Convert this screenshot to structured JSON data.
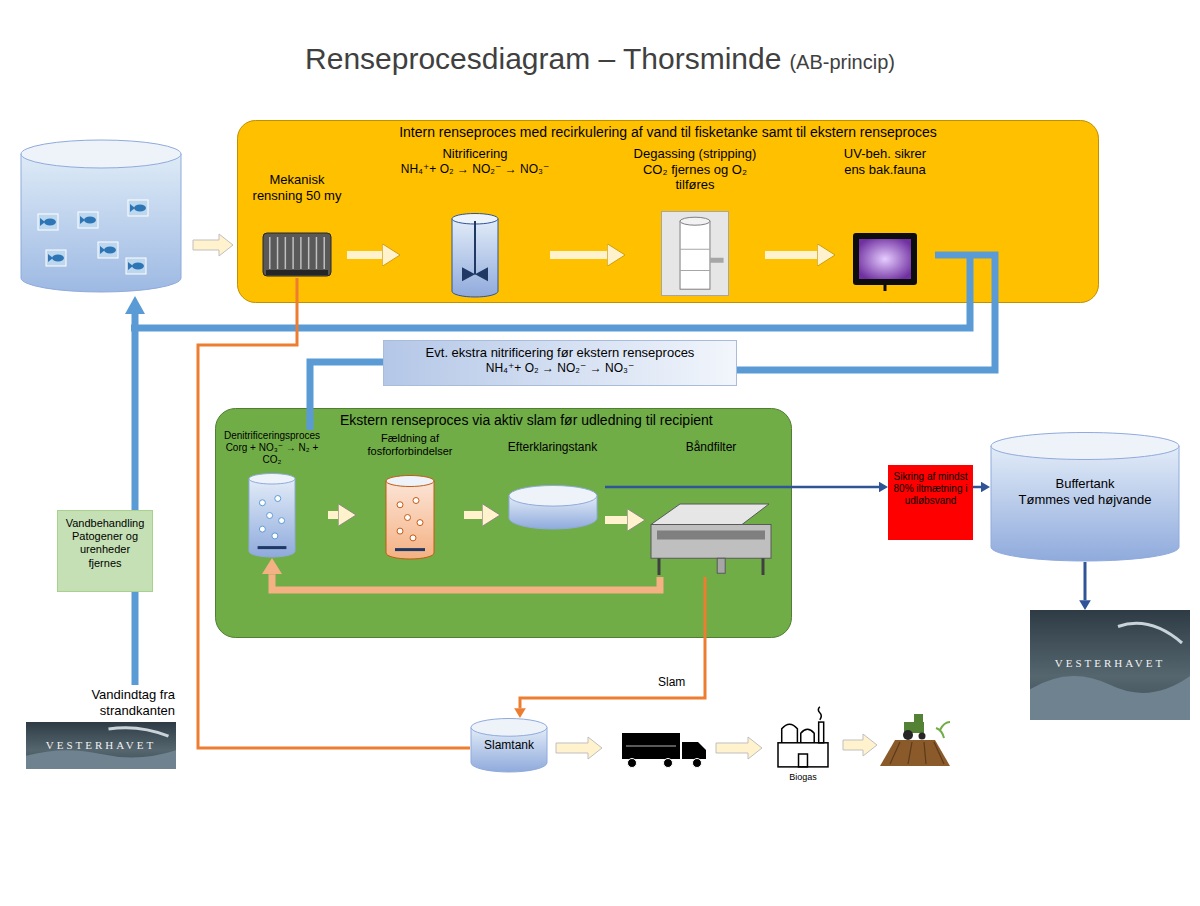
{
  "diagram": {
    "title": "Renseprocesdiagram – Thorsminde",
    "nodes": [
      {
        "text": [
          "Intern renseproces med recirkulering af vand til fisketanke samt til ekstern renseproces"
        ]
      },
      {
        "text": [
          "Mekanisk rensning 50 my"
        ],
        "in": 0
      },
      {
        "text": [
          "Nitrificering",
          "NH₄⁺+ O₂ → NO₂⁻ → NO₃⁻"
        ],
        "in": 0
      },
      {
        "text": [
          "Degassing (stripping)",
          "CO₂ fjernes og O₂ tilføres"
        ],
        "in": 0
      },
      {
        "text": [
          "UV-beh. sikrer ens bak.fauna"
        ],
        "in": 0
      },
      {
        "text": [
          "Evt. ekstra nitrificering før ekstern renseproces",
          "NH₄⁺+ O₂ → NO₂⁻ → NO₃⁻"
        ]
      },
      {
        "text": [
          "Ekstern renseproces via aktiv slam før udledning til recipient"
        ]
      },
      {
        "text": [
          "Denitrificeringsproces",
          "Corg + NO₃⁻ → N₂ + CO₂"
        ],
        "in": 6
      },
      {
        "text": [
          "Fældning af fosforforbindelser"
        ],
        "in": 6
      },
      {
        "text": [
          "Efterklaringstank"
        ],
        "in": 6
      },
      {
        "text": [
          "Båndfilter"
        ],
        "in": 6
      },
      {
        "text": [
          "Sikring af mindst 80% iltmætning i udløbsvand"
        ]
      },
      {
        "text": [
          "Buffertank",
          "Tømmes ved højvande"
        ]
      },
      {
        "text": [
          "VESTERHAVET"
        ]
      },
      {
        "text": [
          "Vandbehandling Patogener og urenheder fjernes"
        ]
      },
      {
        "text": [
          "Vandindtag fra strandkanten",
          "VESTERHAVET"
        ]
      },
      {
        "text": [
          "Slamtank"
        ]
      },
      {
        "text": [
          "Biogas"
        ]
      }
    ],
    "edges": [
      {
        "from": 1,
        "to": 2,
        "arrow": "to"
      },
      {
        "from": 2,
        "to": 3,
        "arrow": "to"
      },
      {
        "from": 3,
        "to": 4,
        "arrow": "to"
      },
      {
        "from": 4,
        "to": 5,
        "arrow": "none"
      },
      {
        "from": 5,
        "to": 7,
        "arrow": "none"
      },
      {
        "from": 7,
        "to": 8,
        "arrow": "to"
      },
      {
        "from": 8,
        "to": 9,
        "arrow": "to"
      },
      {
        "from": 9,
        "to": 10,
        "arrow": "to"
      },
      {
        "from": 10,
        "to": 7,
        "arrow": "to"
      },
      {
        "from": 9,
        "to": 11,
        "arrow": "to"
      },
      {
        "from": 11,
        "to": 12,
        "arrow": "to"
      },
      {
        "from": 12,
        "to": 13,
        "arrow": "to"
      },
      {
        "from": 10,
        "to": 16,
        "label": "Slam",
        "arrow": "to"
      },
      {
        "from": 1,
        "to": 16,
        "arrow": "none"
      },
      {
        "from": 15,
        "to": 14,
        "arrow": "none"
      }
    ],
    "labels": [
      "(AB-princip)"
    ]
  }
}
